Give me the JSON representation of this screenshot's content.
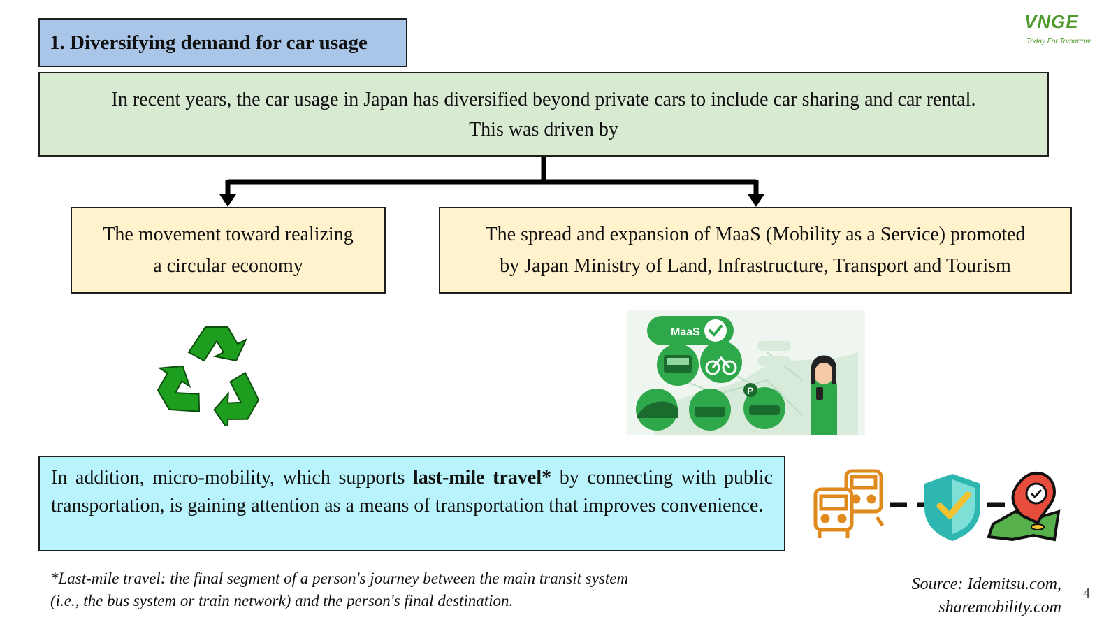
{
  "slide": {
    "title": "1. Diversifying demand for car usage",
    "logo": {
      "wordmark": "VNGE",
      "tagline": "Today For Tomorrow"
    },
    "intro": {
      "line1": "In recent years, the car usage in Japan has diversified beyond private cars to include car sharing and car rental.",
      "line2": "This was driven by"
    },
    "causes": [
      {
        "line1": "The movement toward realizing",
        "line2": "a circular economy",
        "icon": "recycle-icon"
      },
      {
        "line1": "The spread and expansion of MaaS (Mobility as a Service) promoted",
        "line2": "by Japan Ministry of Land, Infrastructure, Transport and Tourism",
        "icon": "maas-illustration"
      }
    ],
    "maas_badge": "MaaS",
    "maas_parking": "P",
    "micro": {
      "before": "In addition, micro-mobility, which supports ",
      "bold": "last-mile travel*",
      "after": " by connecting with public transportation, is gaining attention as a means of transportation that improves convenience."
    },
    "travel_icons": [
      "bus-train-icon",
      "shield-check-icon",
      "map-pin-icon"
    ],
    "footnote": {
      "line1": "*Last-mile travel: the final segment of a person's journey between the main transit system",
      "line2": "(i.e., the bus system or train network) and the person's final destination."
    },
    "source": {
      "line1": "Source: Idemitsu.com,",
      "line2": "sharemobility.com"
    },
    "page_number": "4",
    "colors": {
      "title_bg": "#a9c6e8",
      "intro_bg": "#d9ead3",
      "cause_bg": "#fff2cc",
      "micro_bg": "#b9f3fb",
      "recycle_green": "#1e9e1e",
      "maas_green": "#2ea84a",
      "travel_orange": "#e08a1e"
    }
  }
}
